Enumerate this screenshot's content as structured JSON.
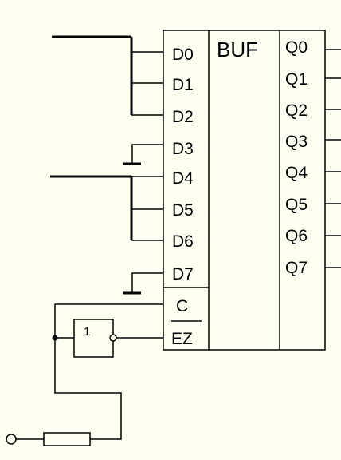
{
  "colors": {
    "background": "#fffff2",
    "ink": "#000000"
  },
  "chip": {
    "title": "BUF",
    "inputs": [
      "D0",
      "D1",
      "D2",
      "D3",
      "D4",
      "D5",
      "D6",
      "D7"
    ],
    "outputs": [
      "Q0",
      "Q1",
      "Q2",
      "Q3",
      "Q4",
      "Q5",
      "Q6",
      "Q7"
    ],
    "control": {
      "clock": "C",
      "enable": "EZ"
    }
  },
  "inverter": {
    "label": "1"
  },
  "icons": {
    "ground": "ground-icon",
    "junction": "junction-dot-icon",
    "terminal": "open-terminal-icon",
    "resistor": "resistor-icon"
  }
}
